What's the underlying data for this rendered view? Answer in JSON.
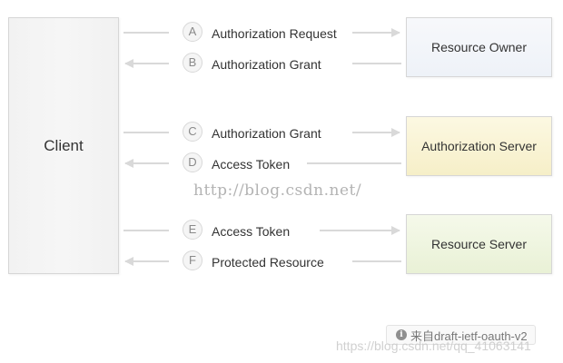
{
  "boxes": {
    "client": "Client",
    "resource_owner": "Resource Owner",
    "authorization_server": "Authorization Server",
    "resource_server": "Resource Server"
  },
  "steps": [
    {
      "letter": "A",
      "label": "Authorization Request",
      "direction": "to-right"
    },
    {
      "letter": "B",
      "label": "Authorization Grant",
      "direction": "to-left"
    },
    {
      "letter": "C",
      "label": "Authorization Grant",
      "direction": "to-right"
    },
    {
      "letter": "D",
      "label": "Access Token",
      "direction": "to-left"
    },
    {
      "letter": "E",
      "label": "Access Token",
      "direction": "to-right"
    },
    {
      "letter": "F",
      "label": "Protected Resource",
      "direction": "to-left"
    }
  ],
  "watermark": "http://blog.csdn.net/",
  "source_tag": {
    "icon": "info-icon",
    "text": "来自draft-ietf-oauth-v2"
  },
  "csdn_url": "https://blog.csdn.net/qq_41063141",
  "colors": {
    "arrow": "#d9d9d9",
    "resource_owner_fill": "#eef2f8",
    "authorization_server_fill": "#f6efc8",
    "resource_server_fill": "#e9f1d6"
  }
}
